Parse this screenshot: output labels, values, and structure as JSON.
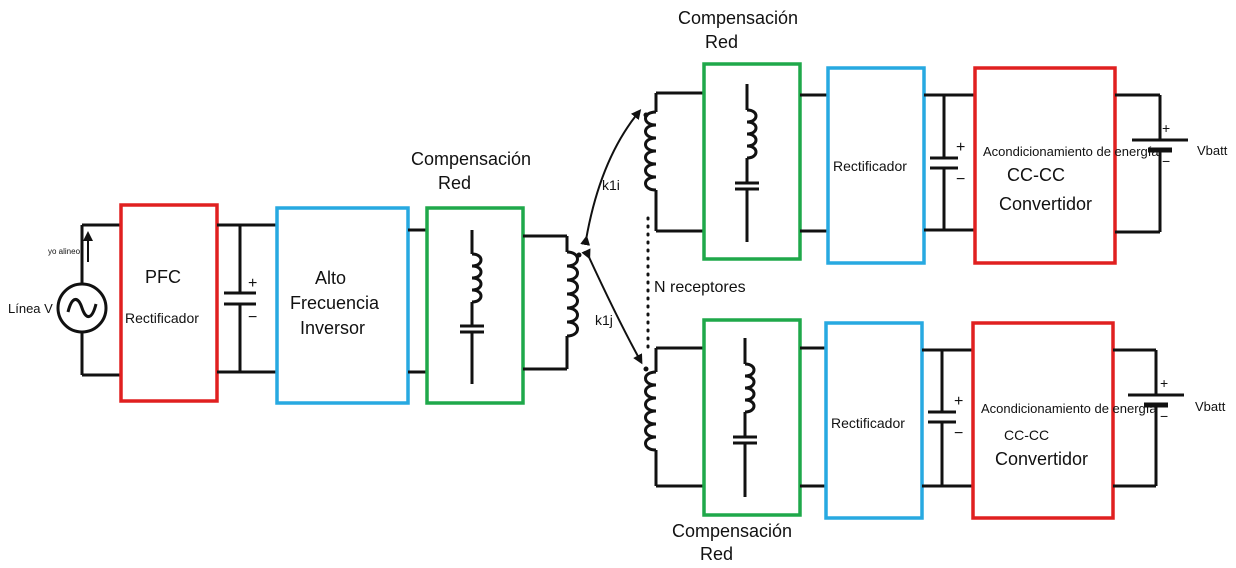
{
  "source": {
    "label_line": "Línea V",
    "label_current": "yo alineo"
  },
  "pfc": {
    "line1": "PFC",
    "line2": "Rectificador"
  },
  "inverter": {
    "line1": "Alto",
    "line2": "Frecuencia",
    "line3": "Inversor"
  },
  "tx_compensation": {
    "line1": "Compensación",
    "line2": "Red"
  },
  "coupling": {
    "k_upper": "k1i",
    "k_lower": "k1j",
    "n_receivers": "N receptores"
  },
  "receiver_upper": {
    "compensation_line1": "Compensación",
    "compensation_line2": "Red",
    "rectifier": "Rectificador",
    "conditioning": "Acondicionamiento de energía",
    "converter_line1": "CC-CC",
    "converter_line2": "Convertidor",
    "battery": "Vbatt"
  },
  "receiver_lower": {
    "compensation_line1": "Compensación",
    "compensation_line2": "Red",
    "rectifier": "Rectificador",
    "conditioning": "Acondicionamiento de energía",
    "converter_line1": "CC-CC",
    "converter_line2": "Convertidor",
    "battery": "Vbatt"
  },
  "polarity": {
    "plus": "+",
    "minus": "−"
  },
  "colors": {
    "pfc_box": "#e02020",
    "inverter_box": "#27a9e1",
    "compensation_box": "#1fa84a",
    "wire": "#111111"
  }
}
